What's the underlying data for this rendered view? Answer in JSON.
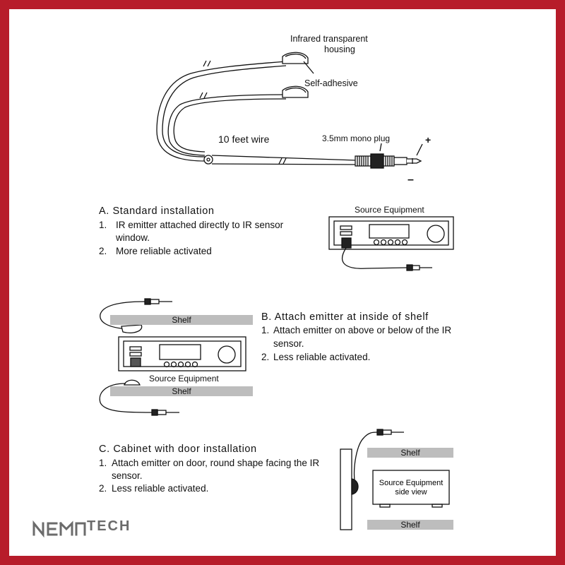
{
  "brand": {
    "logo_text": "NEMATECH",
    "color": "#b71c2a"
  },
  "emitter": {
    "housing_label_line1": "Infrared transparent",
    "housing_label_line2": "housing",
    "adhesive_label": "Self-adhesive",
    "wire_label": "10 feet wire",
    "plug_label": "3.5mm mono plug",
    "plus_sign": "+",
    "minus_sign": "–"
  },
  "section_a": {
    "title": "A. Standard installation",
    "items": [
      {
        "num": "1.",
        "line1": "IR emitter attached directly to IR sensor",
        "line2": "window."
      },
      {
        "num": "2.",
        "line1": "More reliable activated"
      }
    ],
    "device_label": "Source Equipment"
  },
  "section_b": {
    "title": "B. Attach emitter at inside of shelf",
    "items": [
      {
        "num": "1.",
        "line1": "Attach emitter on above or below of the IR",
        "line2": "sensor."
      },
      {
        "num": "2.",
        "line1": "Less reliable activated."
      }
    ],
    "shelf_top": "Shelf",
    "shelf_bottom": "Shelf",
    "device_label": "Source  Equipment"
  },
  "section_c": {
    "title": "C. Cabinet with door installation",
    "items": [
      {
        "num": "1.",
        "line1": "Attach emitter on door, round shape facing the IR",
        "line2": "sensor."
      },
      {
        "num": "2.",
        "line1": "Less reliable activated."
      }
    ],
    "shelf_top": "Shelf",
    "shelf_bottom": "Shelf",
    "box_line1": "Source Equipment",
    "box_line2": "side  view"
  }
}
